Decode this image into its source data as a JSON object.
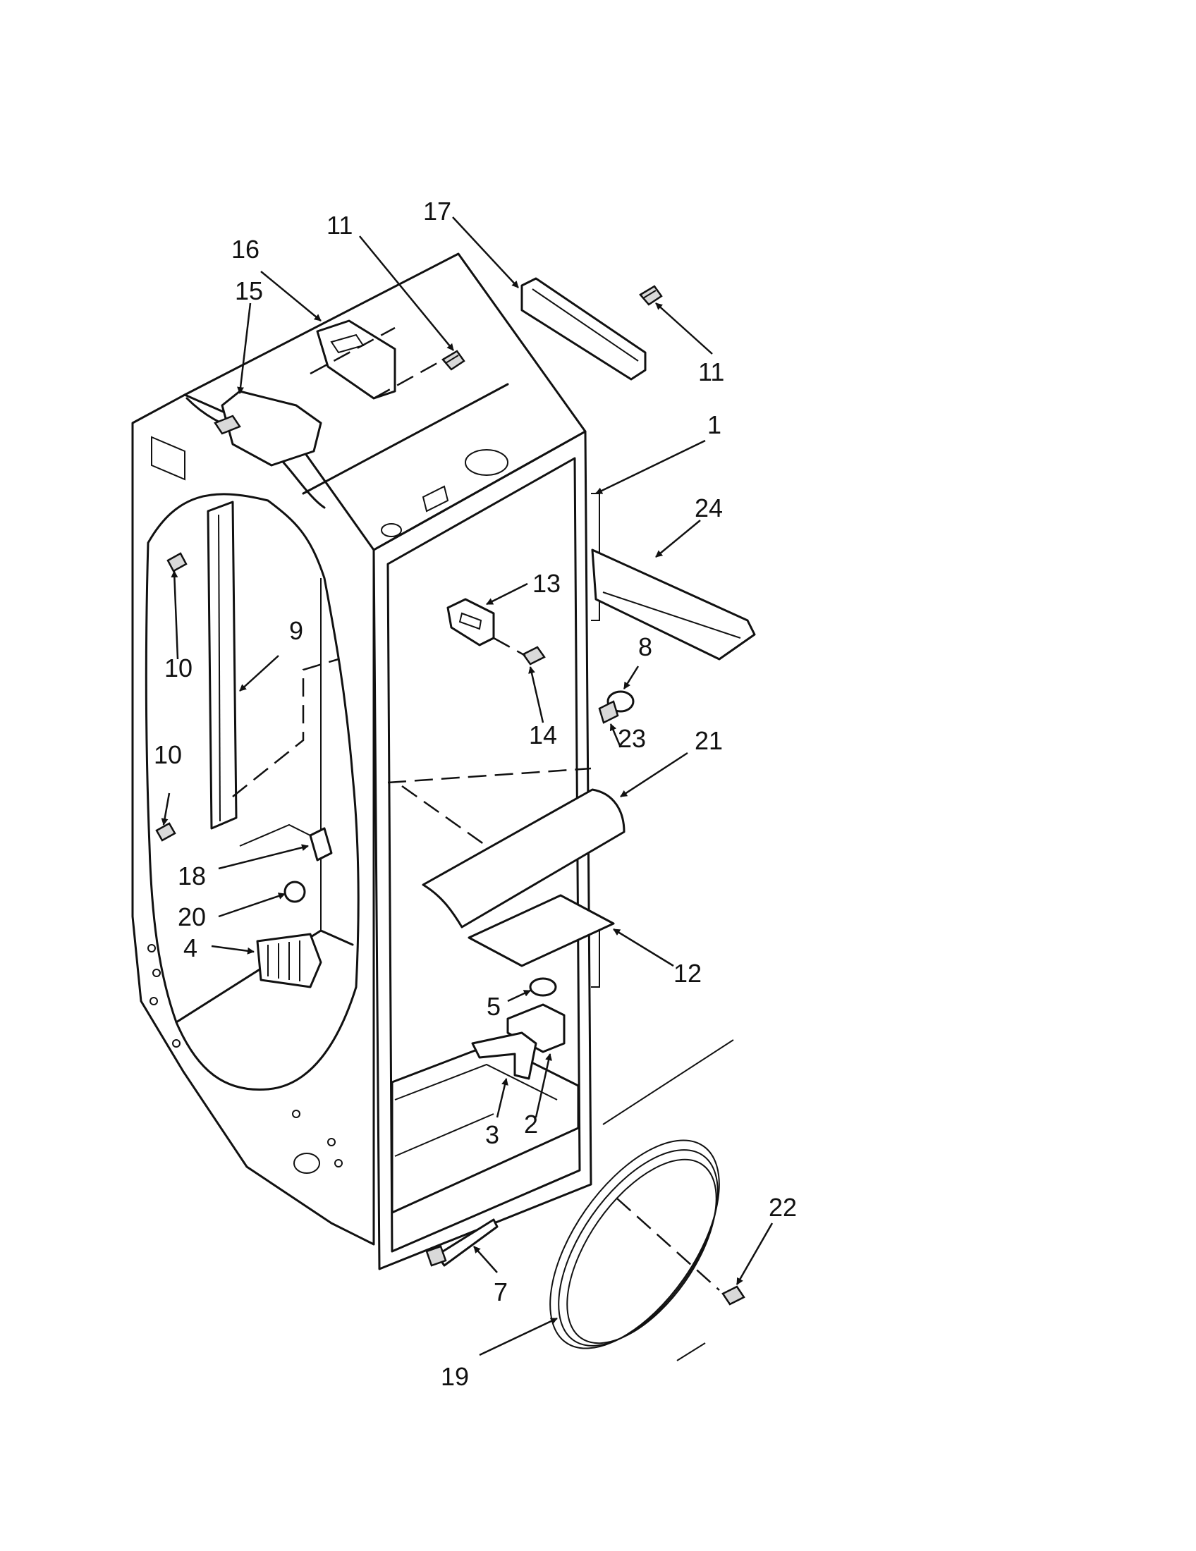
{
  "callouts": [
    {
      "id": "c17",
      "text": "17"
    },
    {
      "id": "c11a",
      "text": "11"
    },
    {
      "id": "c16",
      "text": "16"
    },
    {
      "id": "c15",
      "text": "15"
    },
    {
      "id": "c11b",
      "text": "11"
    },
    {
      "id": "c1",
      "text": "1"
    },
    {
      "id": "c24",
      "text": "24"
    },
    {
      "id": "c13",
      "text": "13"
    },
    {
      "id": "c9",
      "text": "9"
    },
    {
      "id": "c10a",
      "text": "10"
    },
    {
      "id": "c8",
      "text": "8"
    },
    {
      "id": "c14",
      "text": "14"
    },
    {
      "id": "c10b",
      "text": "10"
    },
    {
      "id": "c23",
      "text": "23"
    },
    {
      "id": "c21",
      "text": "21"
    },
    {
      "id": "c18",
      "text": "18"
    },
    {
      "id": "c20",
      "text": "20"
    },
    {
      "id": "c4",
      "text": "4"
    },
    {
      "id": "c12",
      "text": "12"
    },
    {
      "id": "c5",
      "text": "5"
    },
    {
      "id": "c3",
      "text": "3"
    },
    {
      "id": "c2",
      "text": "2"
    },
    {
      "id": "c22",
      "text": "22"
    },
    {
      "id": "c7",
      "text": "7"
    },
    {
      "id": "c19",
      "text": "19"
    }
  ]
}
